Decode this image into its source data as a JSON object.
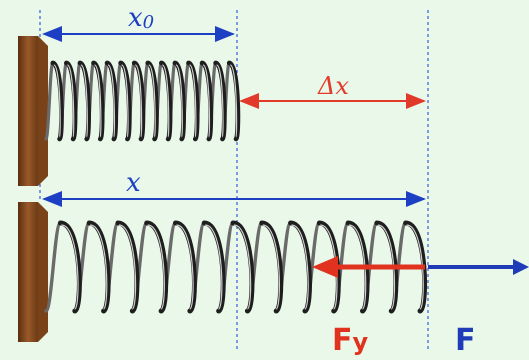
{
  "labels": {
    "x0_main": "x",
    "x0_sub": "0",
    "delta_x": "Δx",
    "x": "x",
    "fy_main": "F",
    "fy_sub": "y",
    "f": "F"
  },
  "colors": {
    "background": "#e9f8e9",
    "dimension_blue": "#1c3fc4",
    "dimension_red": "#e13a2a",
    "force_red": "#e0321f",
    "force_blue": "#1f3bb8",
    "wall": "#8b4a1f",
    "spring": "#2a2a2a"
  },
  "icons": {
    "wall_top": "wall-icon",
    "wall_bottom": "wall-icon",
    "spring_relaxed": "coil-spring-icon",
    "spring_stretched": "coil-spring-icon"
  }
}
